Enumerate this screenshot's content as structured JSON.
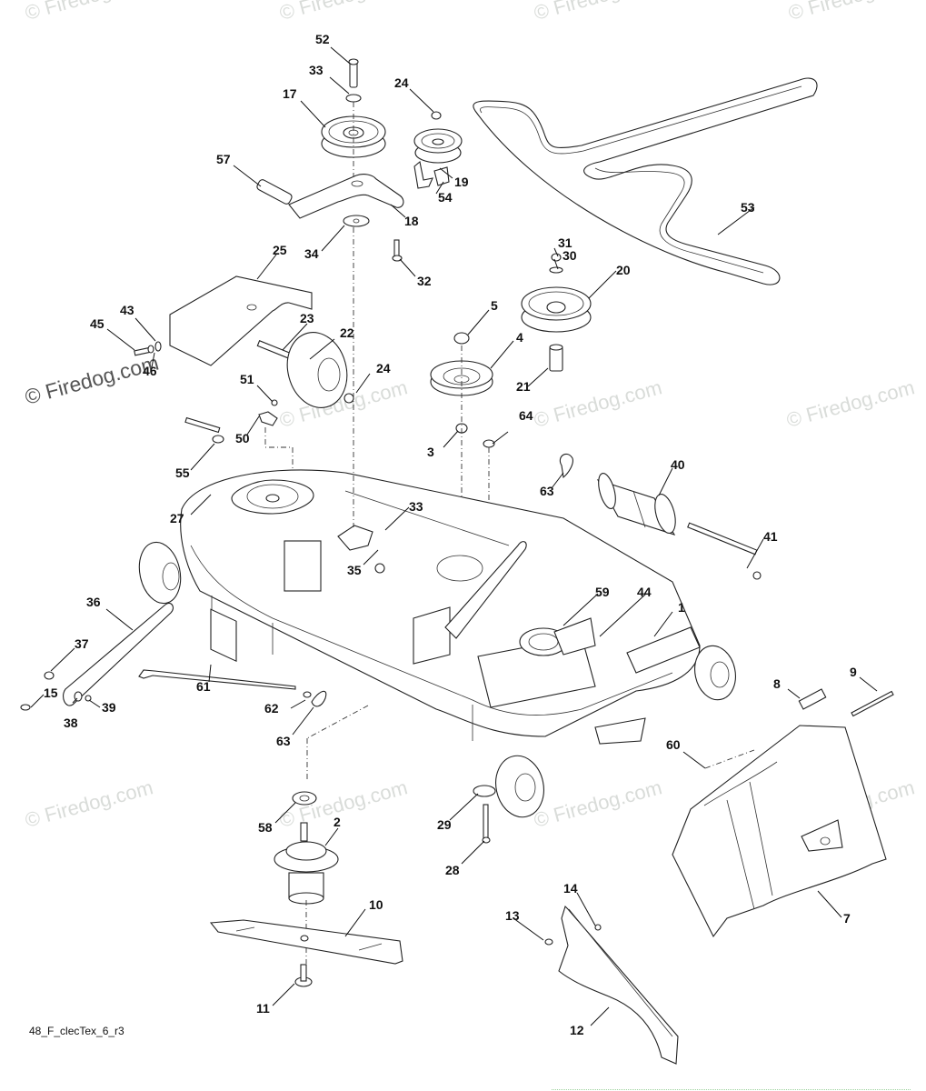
{
  "diagram": {
    "title": "Mower deck exploded parts diagram",
    "drawing_code": "48_F_clecTex_6_r3",
    "watermark_primary": "© Firedog.com",
    "watermark_faint": "© Firedog.com",
    "callouts": [
      {
        "id": "52",
        "label": "52"
      },
      {
        "id": "33a",
        "label": "33"
      },
      {
        "id": "24a",
        "label": "24"
      },
      {
        "id": "17",
        "label": "17"
      },
      {
        "id": "19",
        "label": "19"
      },
      {
        "id": "57",
        "label": "57"
      },
      {
        "id": "54",
        "label": "54"
      },
      {
        "id": "18",
        "label": "18"
      },
      {
        "id": "53",
        "label": "53"
      },
      {
        "id": "34",
        "label": "34"
      },
      {
        "id": "31",
        "label": "31"
      },
      {
        "id": "30",
        "label": "30"
      },
      {
        "id": "32",
        "label": "32"
      },
      {
        "id": "25",
        "label": "25"
      },
      {
        "id": "20",
        "label": "20"
      },
      {
        "id": "5",
        "label": "5"
      },
      {
        "id": "43",
        "label": "43"
      },
      {
        "id": "45",
        "label": "45"
      },
      {
        "id": "23",
        "label": "23"
      },
      {
        "id": "22",
        "label": "22"
      },
      {
        "id": "46",
        "label": "46"
      },
      {
        "id": "4",
        "label": "4"
      },
      {
        "id": "24b",
        "label": "24"
      },
      {
        "id": "21",
        "label": "21"
      },
      {
        "id": "51",
        "label": "51"
      },
      {
        "id": "50",
        "label": "50"
      },
      {
        "id": "3",
        "label": "3"
      },
      {
        "id": "64",
        "label": "64"
      },
      {
        "id": "55",
        "label": "55"
      },
      {
        "id": "40",
        "label": "40"
      },
      {
        "id": "63a",
        "label": "63"
      },
      {
        "id": "27",
        "label": "27"
      },
      {
        "id": "33b",
        "label": "33"
      },
      {
        "id": "41",
        "label": "41"
      },
      {
        "id": "35",
        "label": "35"
      },
      {
        "id": "36",
        "label": "36"
      },
      {
        "id": "59",
        "label": "59"
      },
      {
        "id": "44",
        "label": "44"
      },
      {
        "id": "1",
        "label": "1"
      },
      {
        "id": "37",
        "label": "37"
      },
      {
        "id": "9",
        "label": "9"
      },
      {
        "id": "15",
        "label": "15"
      },
      {
        "id": "38",
        "label": "38"
      },
      {
        "id": "39",
        "label": "39"
      },
      {
        "id": "61",
        "label": "61"
      },
      {
        "id": "62",
        "label": "62"
      },
      {
        "id": "8",
        "label": "8"
      },
      {
        "id": "63b",
        "label": "63"
      },
      {
        "id": "60",
        "label": "60"
      },
      {
        "id": "58",
        "label": "58"
      },
      {
        "id": "2",
        "label": "2"
      },
      {
        "id": "29",
        "label": "29"
      },
      {
        "id": "28",
        "label": "28"
      },
      {
        "id": "7",
        "label": "7"
      },
      {
        "id": "10",
        "label": "10"
      },
      {
        "id": "14",
        "label": "14"
      },
      {
        "id": "13",
        "label": "13"
      },
      {
        "id": "11",
        "label": "11"
      },
      {
        "id": "12",
        "label": "12"
      }
    ]
  }
}
